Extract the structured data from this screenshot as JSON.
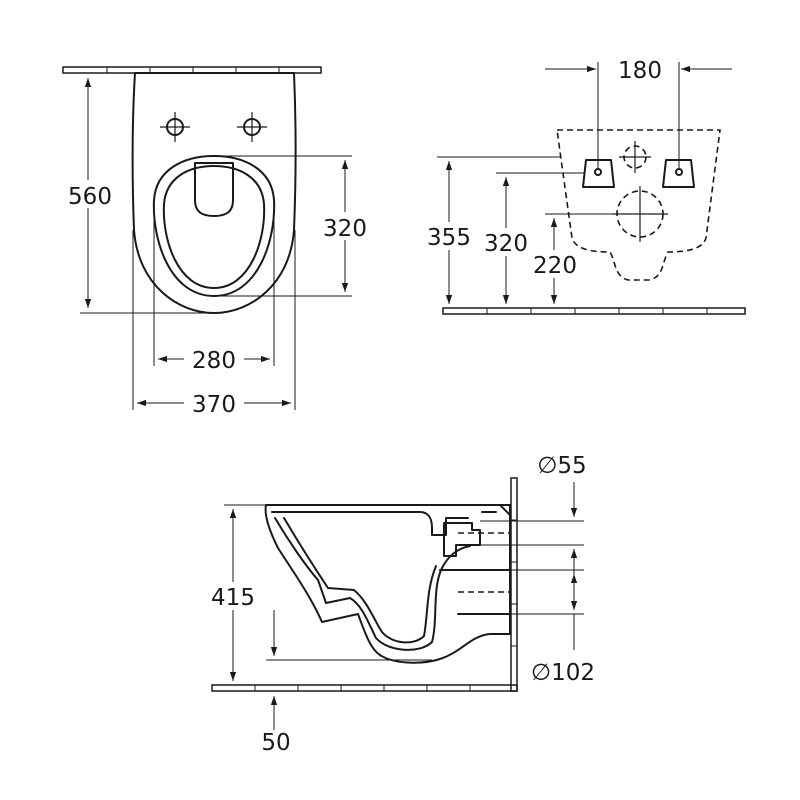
{
  "colors": {
    "line": "#1a1a1a",
    "background": "#ffffff"
  },
  "top_view": {
    "overall_depth": "560",
    "bowl_opening_length": "320",
    "bowl_opening_width": "280",
    "overall_width": "370"
  },
  "rear_view": {
    "fixing_bolt_spacing": "180",
    "fixing_height": "355",
    "water_inlet_height": "320",
    "waste_outlet_height": "220"
  },
  "side_view": {
    "inlet_diameter": "∅55",
    "outlet_diameter": "∅102",
    "rim_height": "415",
    "outlet_offset": "50"
  }
}
